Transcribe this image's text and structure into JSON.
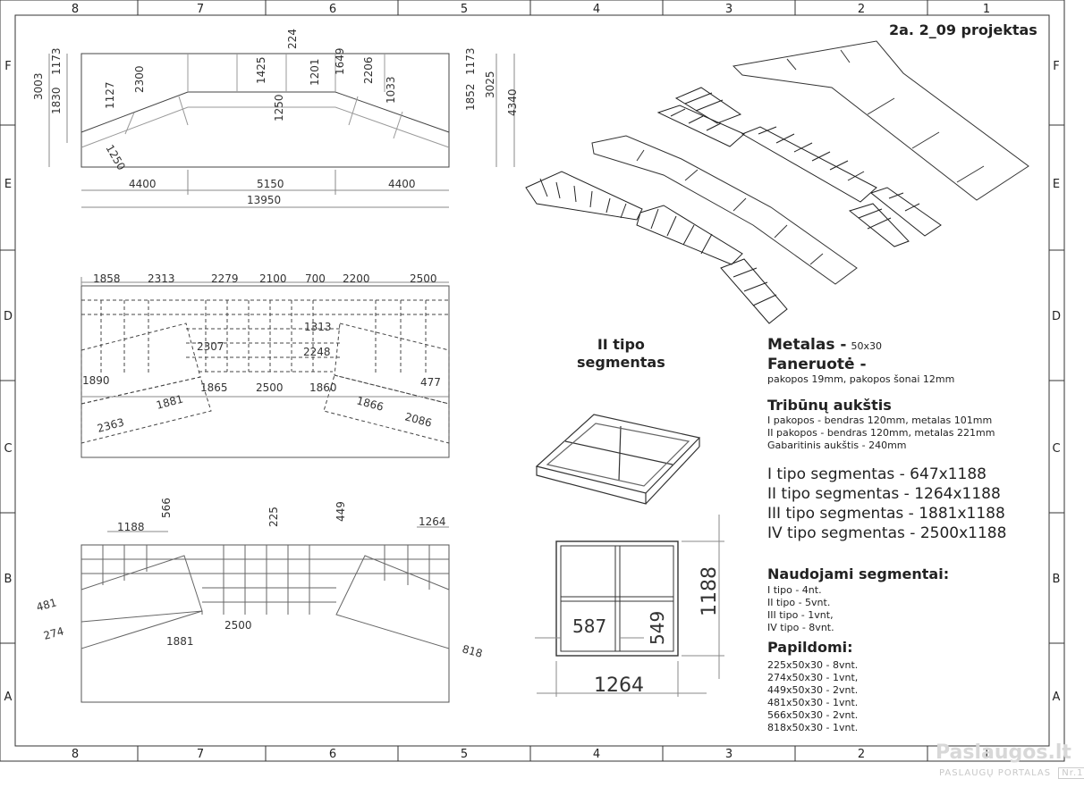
{
  "title": "2a. 2_09 projektas",
  "grid": {
    "columns": [
      "8",
      "7",
      "6",
      "5",
      "4",
      "3",
      "2",
      "1"
    ],
    "rows": [
      "F",
      "E",
      "D",
      "C",
      "B",
      "A"
    ]
  },
  "top_view": {
    "vertical_dims": [
      "3003",
      "1830",
      "1173",
      "1127",
      "2300",
      "1425",
      "1250",
      "224",
      "1201",
      "1649",
      "2206",
      "1033",
      "1852",
      "1173",
      "3025",
      "4340"
    ],
    "diag_dim": "1250",
    "horizontal_dims": [
      "4400",
      "5150",
      "4400"
    ],
    "total": "13950"
  },
  "mid_view": {
    "top_dims": [
      "1858",
      "2313",
      "2279",
      "2100",
      "700",
      "2200",
      "2500"
    ],
    "inner_dims": [
      "2307",
      "1313",
      "2248",
      "1890",
      "1865",
      "2500",
      "1860",
      "477",
      "1881",
      "1866",
      "2363",
      "2086"
    ]
  },
  "bottom_view": {
    "dims": [
      "1188",
      "566",
      "225",
      "449",
      "1264",
      "481",
      "274",
      "1881",
      "2500",
      "818"
    ]
  },
  "segment_detail": {
    "label_line1": "II tipo",
    "label_line2": "segmentas",
    "width": "1264",
    "height": "1188",
    "inner_w": "587",
    "inner_h": "549"
  },
  "specs": {
    "metal_heading": "Metalas -",
    "metal_value": "50x30",
    "plywood_heading": "Faneruotė -",
    "plywood_value": "pakopos 19mm, pakopos  šonai 12mm",
    "height_heading": "Tribūnų aukštis",
    "height_lines": [
      "I pakopos - bendras 120mm, metalas 101mm",
      "II pakopos - bendras 120mm, metalas 221mm",
      "Gabaritinis aukštis - 240mm"
    ],
    "segments": [
      "I tipo segmentas - 647x1188",
      "II tipo segmentas - 1264x1188",
      "III tipo segmentas - 1881x1188",
      "IV tipo segmentas - 2500x1188"
    ],
    "used_heading": "Naudojami segmentai:",
    "used_lines": [
      "I tipo - 4nt.",
      "II tipo -  5vnt.",
      "III tipo -  1vnt,",
      "IV tipo -  8vnt."
    ],
    "extra_heading": "Papildomi:",
    "extra_lines": [
      "225x50x30 - 8vnt.",
      "274x50x30 - 1vnt,",
      "449x50x30 - 2vnt.",
      "481x50x30 - 1vnt.",
      "566x50x30 - 2vnt.",
      "818x50x30 - 1vnt."
    ]
  },
  "watermark": {
    "brand": "Paslaugos.lt",
    "tag": "PASLAUGŲ PORTALAS",
    "num": "Nr.1"
  }
}
